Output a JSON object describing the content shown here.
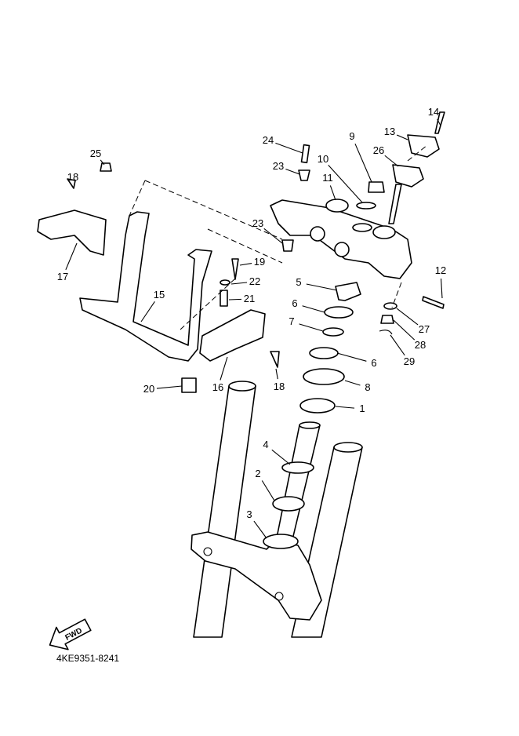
{
  "diagram": {
    "part_callouts": [
      "14",
      "13",
      "24",
      "9",
      "25",
      "10",
      "26",
      "23",
      "11",
      "18",
      "23",
      "19",
      "12",
      "17",
      "22",
      "5",
      "15",
      "21",
      "6",
      "27",
      "7",
      "28",
      "29",
      "6",
      "18",
      "20",
      "16",
      "8",
      "1",
      "4",
      "2",
      "3"
    ],
    "fwd_label": "FWD",
    "diagram_code": "4KE9351-8241"
  }
}
